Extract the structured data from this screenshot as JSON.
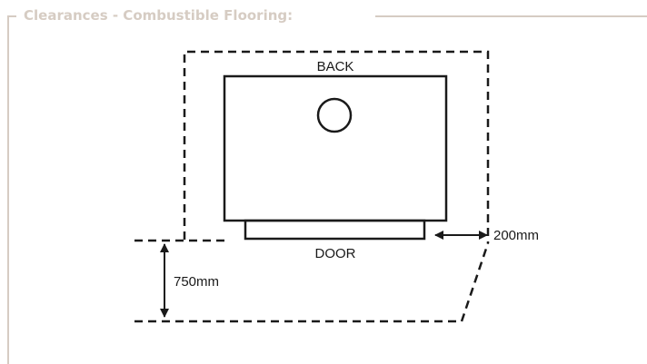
{
  "section": {
    "title": "Clearances - Combustible Flooring:"
  },
  "diagram": {
    "labels": {
      "back": "BACK",
      "door": "DOOR",
      "side_clearance": "200mm",
      "front_clearance": "750mm"
    },
    "colors": {
      "stroke": "#1a1a1a",
      "frame": "#d6ccc3"
    }
  }
}
